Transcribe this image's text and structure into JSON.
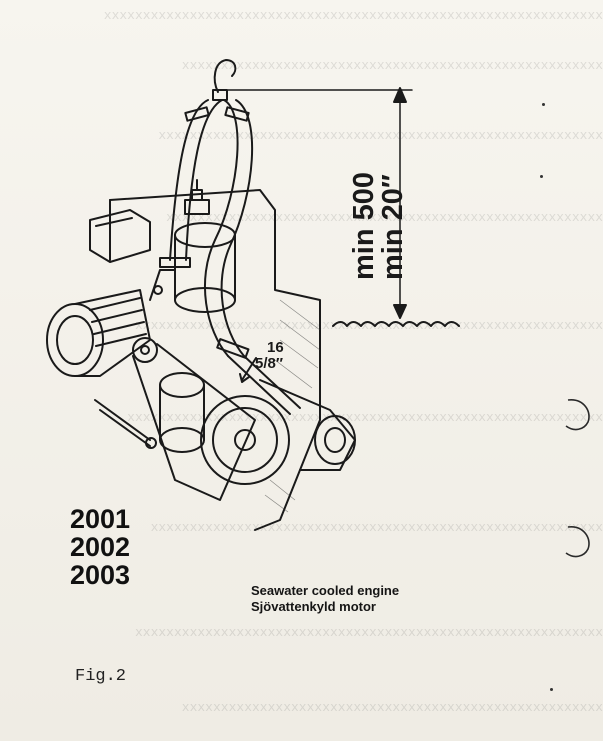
{
  "dimension": {
    "metric": "min 500",
    "imperial": "min 20″"
  },
  "hose": {
    "size_mm": "16",
    "size_in": "5/8″"
  },
  "models": [
    "2001",
    "2002",
    "2003"
  ],
  "caption": {
    "english": "Seawater cooled engine",
    "swedish": "Sjövattenkyld motor"
  },
  "figure_label": "Fig.2",
  "colors": {
    "ink": "#1a1a1a",
    "paper": "#f4f1ea"
  }
}
